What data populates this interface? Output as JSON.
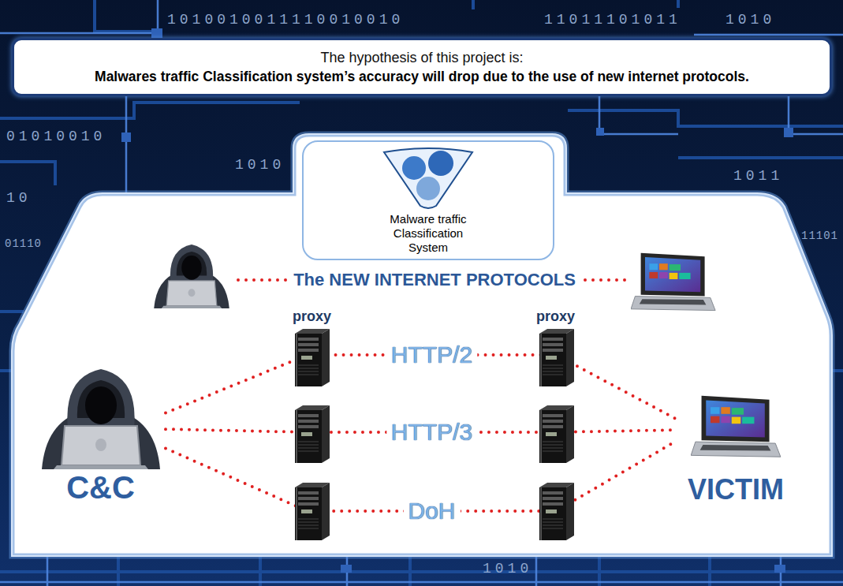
{
  "diagram": {
    "nodes": [
      {
        "text": [
          "The hypothesis of this project is:",
          "Malwares traffic Classification system’s accuracy will drop due to the use of new internet protocols."
        ]
      },
      {
        "text": [
          "Malware traffic Classification System"
        ]
      },
      {
        "text": [
          "C&C"
        ]
      },
      {
        "text": [
          "VICTIM"
        ]
      }
    ],
    "edges": [
      {
        "from": 2,
        "to": 3,
        "arrow": "none",
        "label": "HTTP/2"
      },
      {
        "from": 2,
        "to": 3,
        "arrow": "none",
        "label": "HTTP/3"
      },
      {
        "from": 2,
        "to": 3,
        "arrow": "none",
        "label": "DoH"
      }
    ],
    "labels": [
      "The NEW INTERNET PROTOCOLS",
      "proxy",
      "proxy",
      "1010010011110010010",
      "11011101011",
      "1010",
      "01010010",
      "1010",
      "1011",
      "10",
      "01110",
      "11101",
      "1010"
    ]
  }
}
